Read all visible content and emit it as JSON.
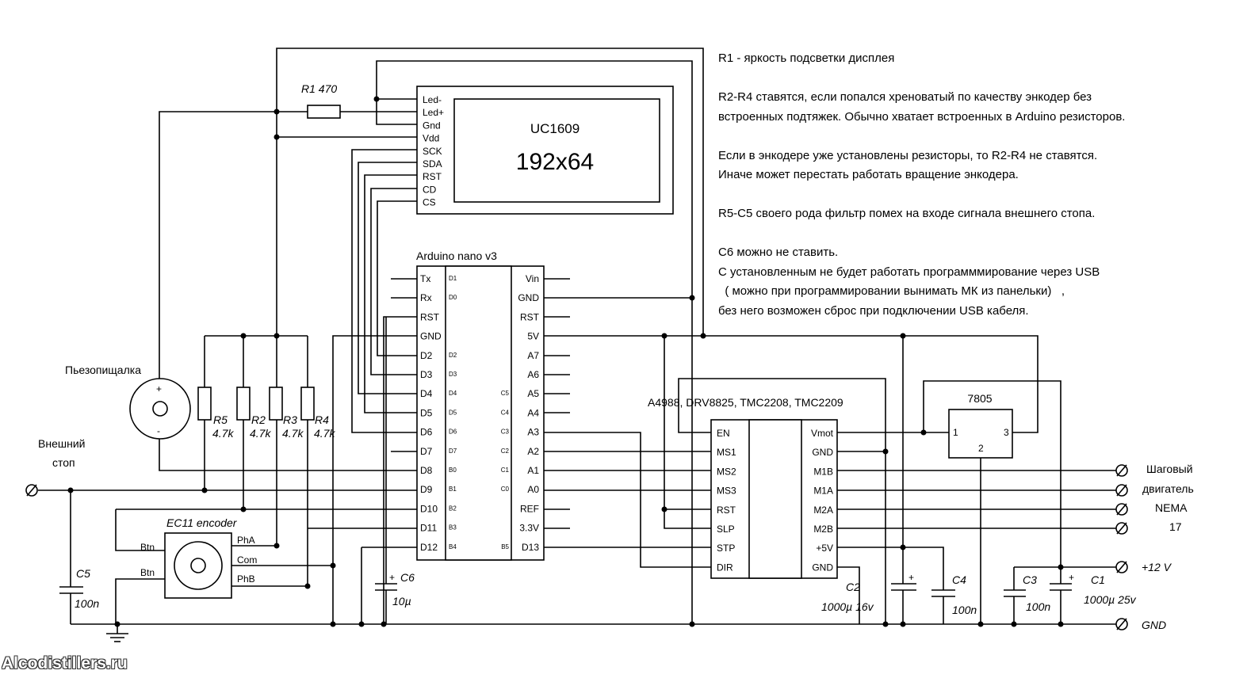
{
  "lcd": {
    "controller": "UC1609",
    "resolution": "192x64",
    "pins": [
      "Led-",
      "Led+",
      "Gnd",
      "Vdd",
      "SCK",
      "SDA",
      "RST",
      "CD",
      "CS"
    ]
  },
  "arduino": {
    "title": "Arduino nano v3",
    "left_pins": [
      "Tx",
      "Rx",
      "RST",
      "GND",
      "D2",
      "D3",
      "D4",
      "D5",
      "D6",
      "D7",
      "D8",
      "D9",
      "D10",
      "D11",
      "D12"
    ],
    "left_inner": [
      "D1",
      "D0",
      "",
      "",
      "D2",
      "D3",
      "D4",
      "D5",
      "D6",
      "D7",
      "B0",
      "B1",
      "B2",
      "B3",
      "B4"
    ],
    "right_pins": [
      "Vin",
      "GND",
      "RST",
      "5V",
      "A7",
      "A6",
      "A5",
      "A4",
      "A3",
      "A2",
      "A1",
      "A0",
      "REF",
      "3.3V",
      "D13"
    ],
    "right_inner": [
      "",
      "",
      "",
      "",
      "",
      "",
      "C5",
      "C4",
      "C3",
      "C2",
      "C1",
      "C0",
      "",
      "",
      "B5"
    ]
  },
  "driver": {
    "title": "A4988, DRV8825, TMC2208, TMC2209",
    "left_pins": [
      "EN",
      "MS1",
      "MS2",
      "MS3",
      "RST",
      "SLP",
      "STP",
      "DIR"
    ],
    "right_pins": [
      "Vmot",
      "GND",
      "M1B",
      "M1A",
      "M2A",
      "M2B",
      "+5V",
      "GND"
    ]
  },
  "regulator": {
    "name": "7805",
    "pin1": "1",
    "pin2": "2",
    "pin3": "3"
  },
  "encoder": {
    "name": "EC11 encoder",
    "btn1": "Btn",
    "btn2": "Btn",
    "pha": "PhA",
    "com": "Com",
    "phb": "PhB"
  },
  "components": {
    "r1": "R1 470",
    "r5": "R5",
    "r5v": "4.7k",
    "r2": "R2",
    "r2v": "4.7k",
    "r3": "R3",
    "r3v": "4.7k",
    "r4": "R4",
    "r4v": "4.7k",
    "c1": "C1",
    "c1v": "1000µ 25v",
    "c2": "C2",
    "c2v": "1000µ 16v",
    "c3": "C3",
    "c3v": "100n",
    "c4": "C4",
    "c4v": "100n",
    "c5": "C5",
    "c5v": "100n",
    "c6": "C6",
    "c6v": "10µ",
    "plus": "+",
    "minus": "-"
  },
  "labels": {
    "buzzer": "Пьезопищалка",
    "stop_line1": "Внешний",
    "stop_line2": "стоп",
    "motor1": "Шаговый",
    "motor2": "двигатель",
    "motor3": "NEMA",
    "motor4": "17",
    "v12": "+12 V",
    "gnd": "GND"
  },
  "notes": [
    "R1 - яркость подсветки дисплея",
    "",
    "R2-R4 ставятся, если попался хреноватый по качеству энкодер без",
    "встроенных подтяжек. Обычно хватает встроенных в Arduino резисторов.",
    "",
    "Если в энкодере уже установлены резисторы, то R2-R4 не ставятся.",
    "Иначе может перестать работать вращение энкодера.",
    "",
    "R5-C5 своего рода фильтр помех на входе сигнала внешнего стопа.",
    "",
    "C6 можно не ставить.",
    "С установленным не будет работать программмирование через USB",
    "  ( можно при программировании вынимать МК из панельки)   ,",
    "без него возможен сброс при подключении USB кабеля."
  ],
  "watermark": "Alcodistillers.ru"
}
